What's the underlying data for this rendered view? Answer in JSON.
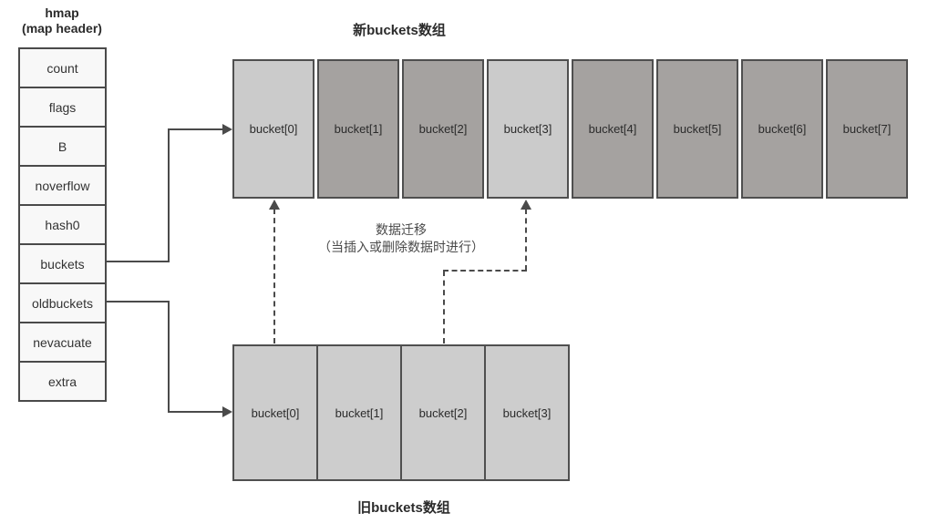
{
  "colors": {
    "light_bucket": "#cbcbcb",
    "dark_bucket": "#a5a2a0",
    "border": "#4a4a4a",
    "field_bg": "#f8f8f8",
    "text": "#333333"
  },
  "hmap": {
    "title_line1": "hmap",
    "title_line2": "(map header)",
    "fields": [
      "count",
      "flags",
      "B",
      "noverflow",
      "hash0",
      "buckets",
      "oldbuckets",
      "nevacuate",
      "extra"
    ]
  },
  "new_buckets": {
    "title": "新buckets数组",
    "cells": [
      {
        "label": "bucket[0]",
        "fill": "#cbcbcb"
      },
      {
        "label": "bucket[1]",
        "fill": "#a5a2a0"
      },
      {
        "label": "bucket[2]",
        "fill": "#a5a2a0"
      },
      {
        "label": "bucket[3]",
        "fill": "#cbcbcb"
      },
      {
        "label": "bucket[4]",
        "fill": "#a5a2a0"
      },
      {
        "label": "bucket[5]",
        "fill": "#a5a2a0"
      },
      {
        "label": "bucket[6]",
        "fill": "#a5a2a0"
      },
      {
        "label": "bucket[7]",
        "fill": "#a5a2a0"
      }
    ]
  },
  "old_buckets": {
    "title": "旧buckets数组",
    "cells": [
      {
        "label": "bucket[0]",
        "fill": "#cdcdcd"
      },
      {
        "label": "bucket[1]",
        "fill": "#cdcdcd"
      },
      {
        "label": "bucket[2]",
        "fill": "#cdcdcd"
      },
      {
        "label": "bucket[3]",
        "fill": "#cdcdcd"
      }
    ]
  },
  "migration_note": {
    "line1": "数据迁移",
    "line2": "（当插入或删除数据时进行）"
  }
}
